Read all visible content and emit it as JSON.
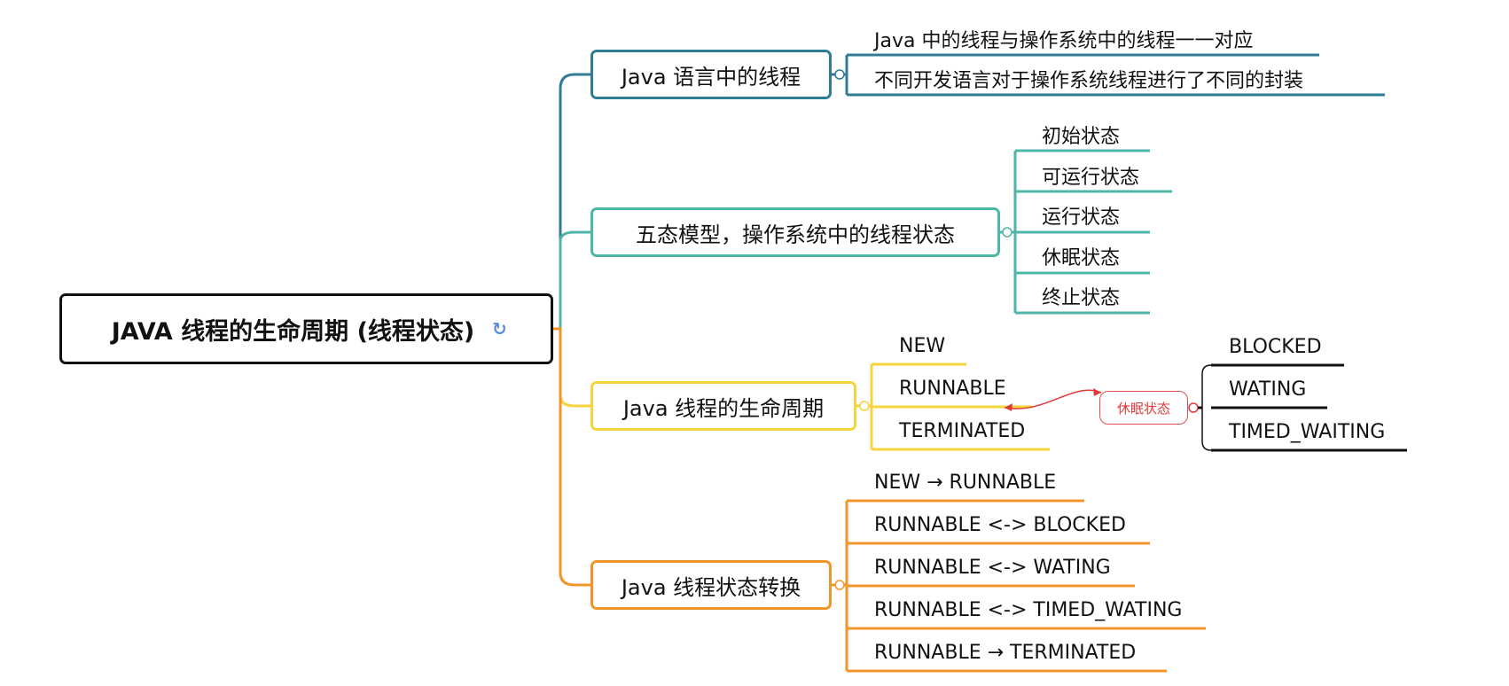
{
  "root": {
    "title": "JAVA 线程的生命周期 (线程状态)",
    "icon": "sync-icon"
  },
  "branches": [
    {
      "id": "b1",
      "label": "Java 语言中的线程",
      "color": "#2e7d95",
      "children": [
        "Java 中的线程与操作系统中的线程一一对应",
        "不同开发语言对于操作系统线程进行了不同的封装"
      ]
    },
    {
      "id": "b2",
      "label": "五态模型，操作系统中的线程状态",
      "color": "#4db6a6",
      "children": [
        "初始状态",
        "可运行状态",
        "运行状态",
        "休眠状态",
        "终止状态"
      ]
    },
    {
      "id": "b3",
      "label": "Java 线程的生命周期",
      "color": "#f5d43c",
      "children": [
        "NEW",
        "RUNNABLE",
        "TERMINATED"
      ]
    },
    {
      "id": "b4",
      "label": "Java 线程状态转换",
      "color": "#f0952a",
      "children": [
        "NEW → RUNNABLE",
        "RUNNABLE <-> BLOCKED",
        "RUNNABLE <-> WATING",
        "RUNNABLE <-> TIMED_WATING",
        "RUNNABLE → TERMINATED"
      ]
    }
  ],
  "sleep_node": {
    "label": "休眠状态",
    "color": "#e03a3a",
    "children": [
      "BLOCKED",
      "WATING",
      "TIMED_WAITING"
    ]
  },
  "colors": {
    "root_border": "#111111",
    "sub_line": "#111111"
  }
}
